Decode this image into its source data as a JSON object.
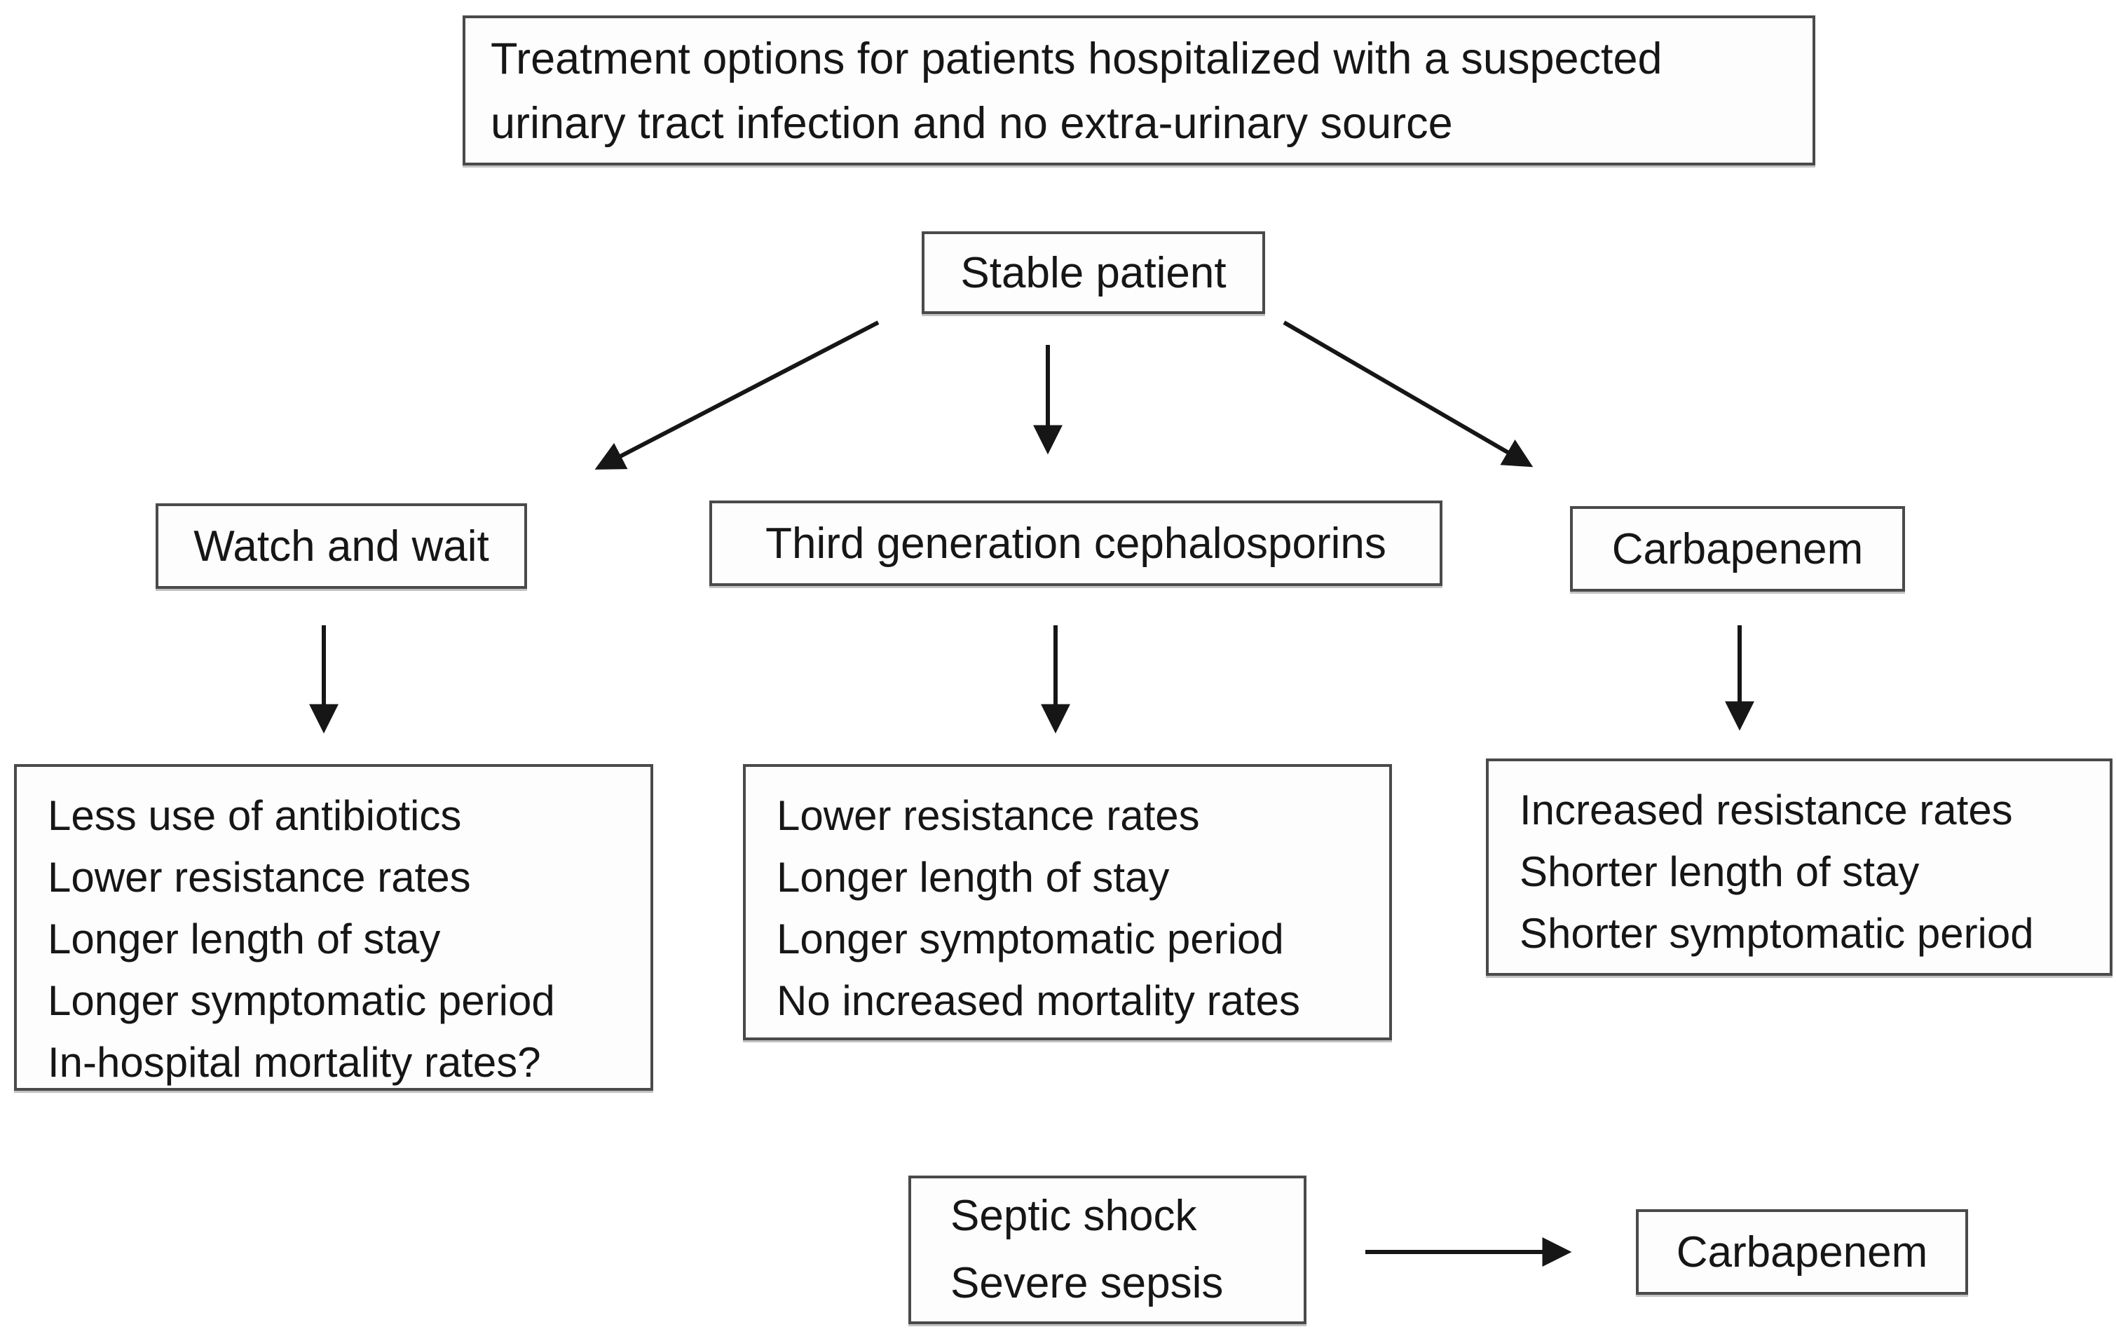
{
  "colors": {
    "text": "#161616",
    "border": "#4a4a4a",
    "arrow": "#161616",
    "background": "#ffffff",
    "box_bg": "#fdfdfd"
  },
  "title_box": {
    "line1": "Treatment options for patients hospitalized with a suspected",
    "line2": "urinary tract infection and no extra-urinary source"
  },
  "nodes": {
    "stable": {
      "label": "Stable patient"
    },
    "watch": {
      "label": "Watch and wait"
    },
    "cephalosporins": {
      "label": "Third generation cephalosporins"
    },
    "carbapenem": {
      "label": "Carbapenem"
    },
    "septic": {
      "line1": "Septic shock",
      "line2": "Severe sepsis"
    },
    "carbapenem_final": {
      "label": "Carbapenem"
    }
  },
  "outcomes": {
    "watch": [
      "Less use of antibiotics",
      "Lower resistance rates",
      "Longer length of stay",
      "Longer symptomatic period",
      "In-hospital mortality rates?"
    ],
    "cephalosporins": [
      "Lower resistance rates",
      "Longer length of stay",
      "Longer symptomatic period",
      "No increased mortality rates"
    ],
    "carbapenem": [
      "Increased resistance rates",
      "Shorter length of stay",
      "Shorter symptomatic period"
    ]
  }
}
